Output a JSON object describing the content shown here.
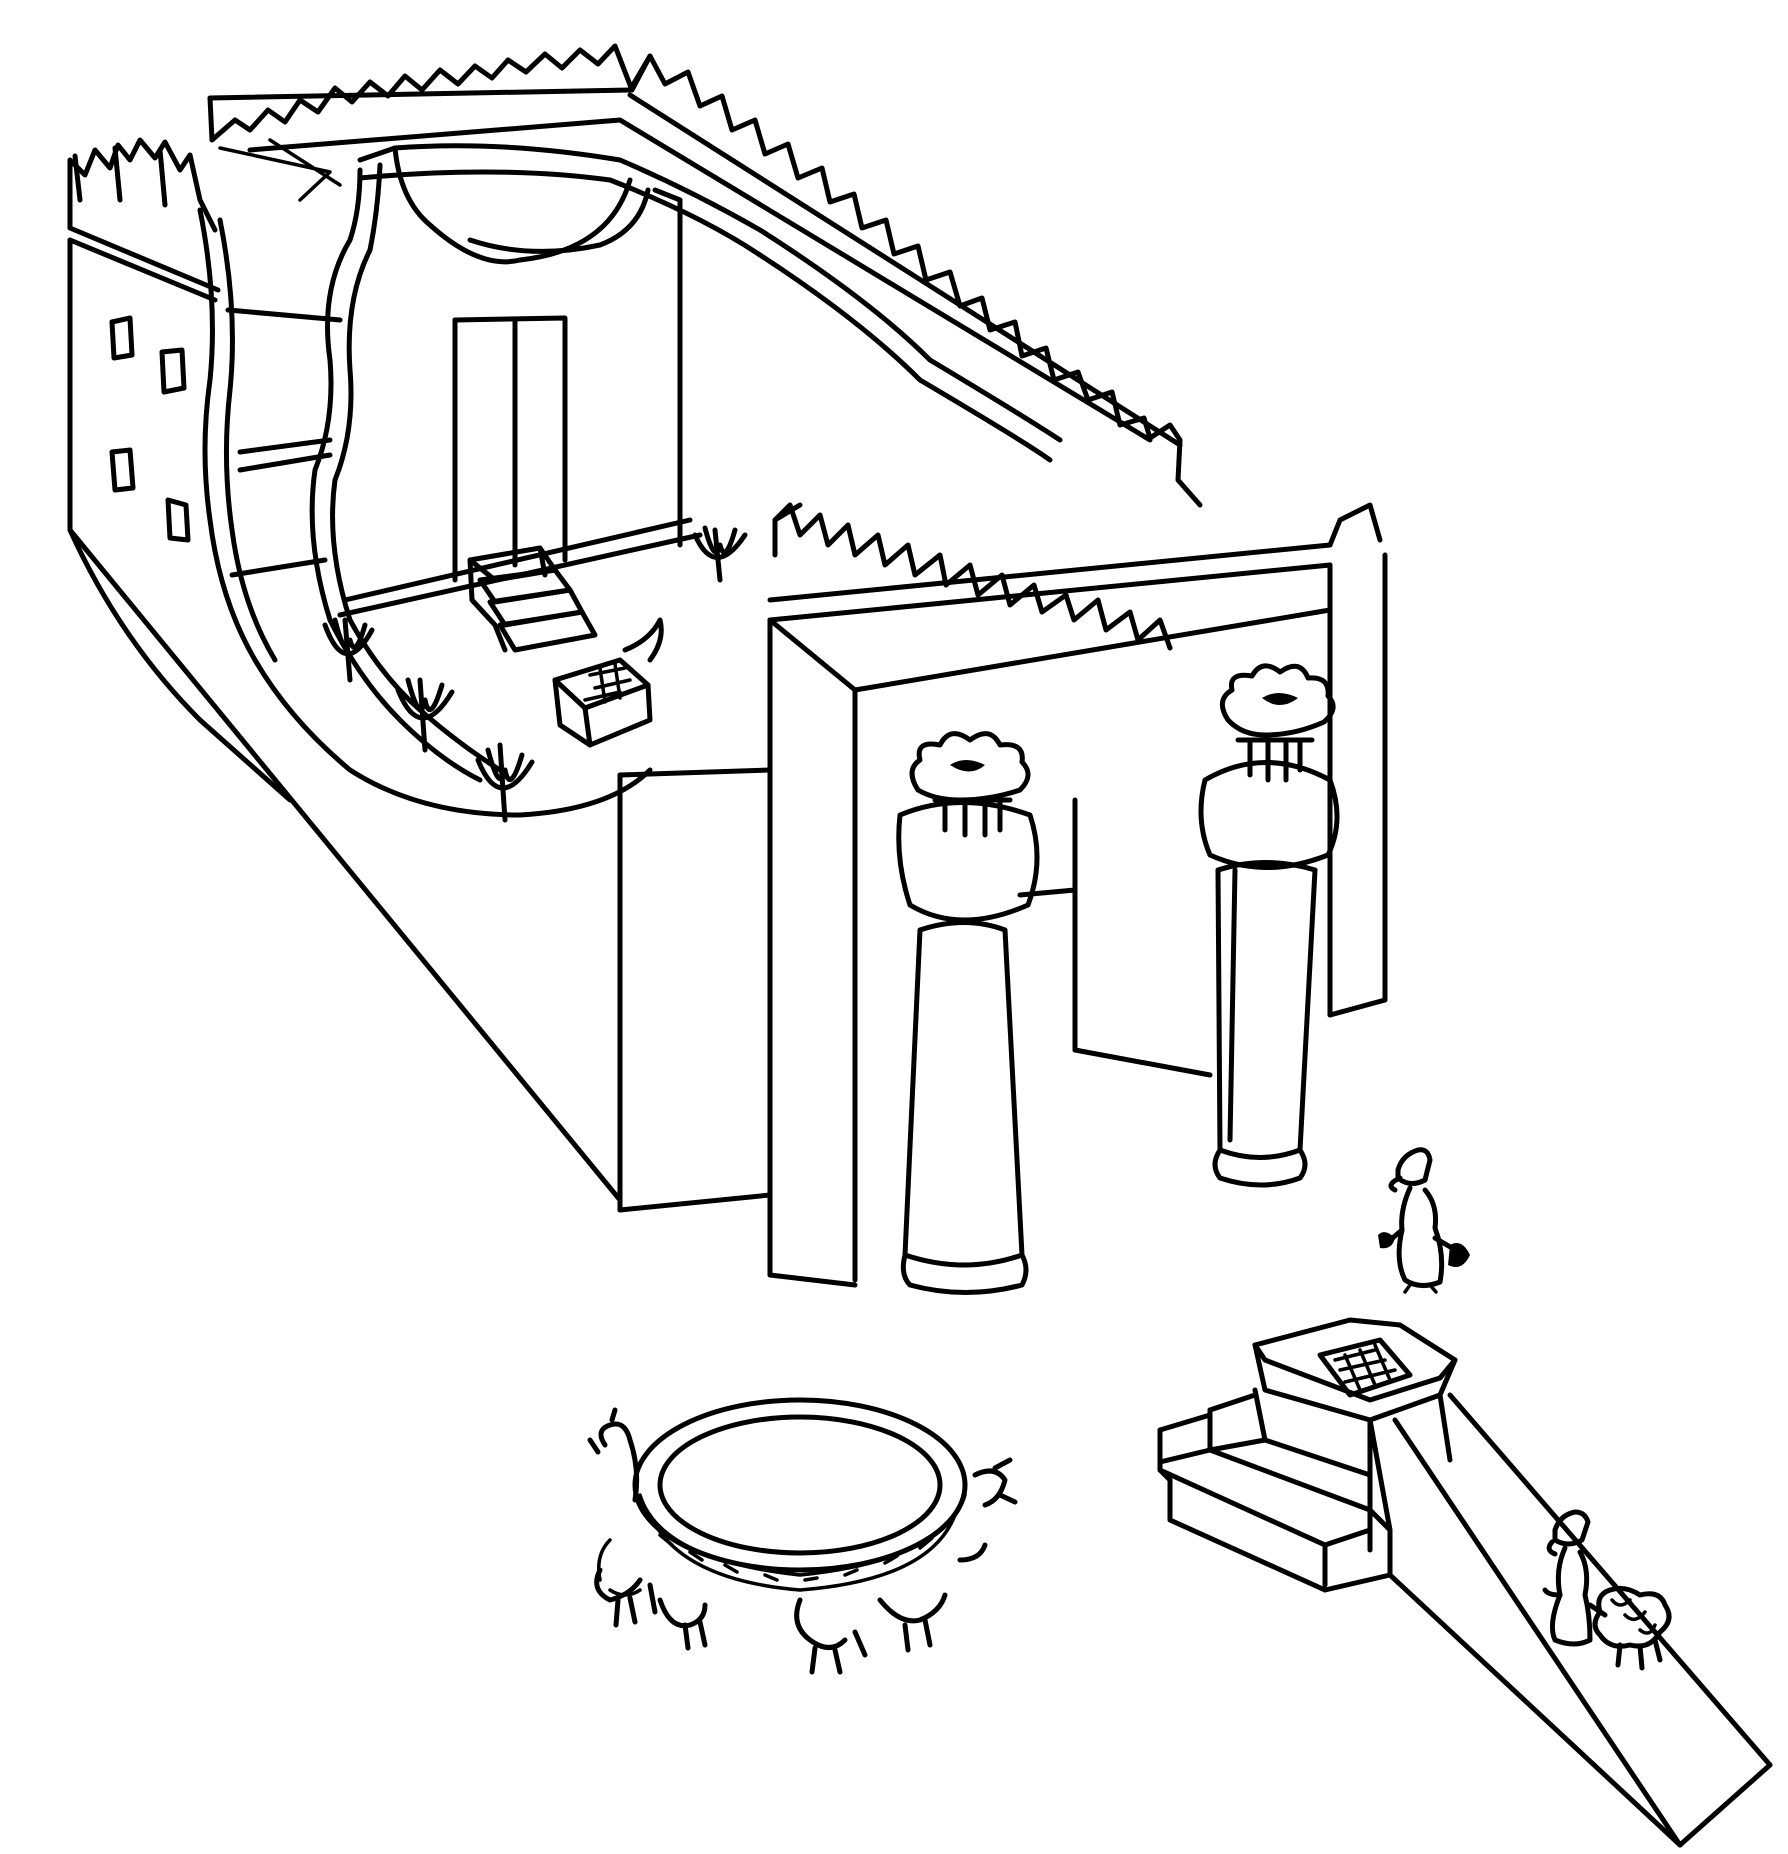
{
  "image": {
    "style": "black line-art coloring illustration",
    "background_color": "#ffffff",
    "ink_color": "#000000"
  },
  "scene": {
    "subjects": [
      "temple-building-cutaway",
      "crenellated-parapet",
      "entrance-porch",
      "left-pillar",
      "right-pillar",
      "inner-sanctum-steps",
      "menorah-lampstands",
      "bronze-sea-basin",
      "altar-with-ramp",
      "priest-figure-near-porch",
      "priest-figure-with-ram"
    ]
  }
}
